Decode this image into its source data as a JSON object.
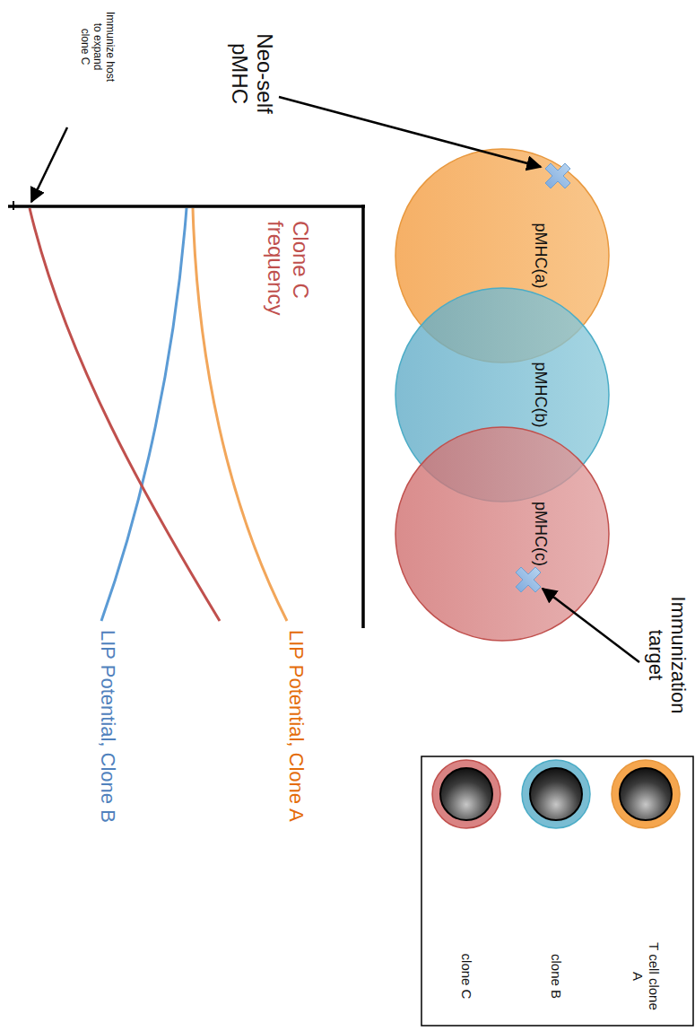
{
  "diagram": {
    "nodes": [
      {
        "text": [
          "pMHC(a)"
        ]
      },
      {
        "text": [
          "pMHC(b)"
        ]
      },
      {
        "text": [
          "pMHC(c)"
        ]
      }
    ],
    "labels": [
      "Neo-self pMHC",
      "Immunization target",
      "Immunize host to expand clone C",
      "Clone C frequency",
      "LIP Potential, Clone A",
      "LIP Potential, Clone B"
    ],
    "legend": [
      {
        "text": "T cell clone A"
      },
      {
        "text": "clone B"
      },
      {
        "text": "clone C"
      }
    ]
  }
}
